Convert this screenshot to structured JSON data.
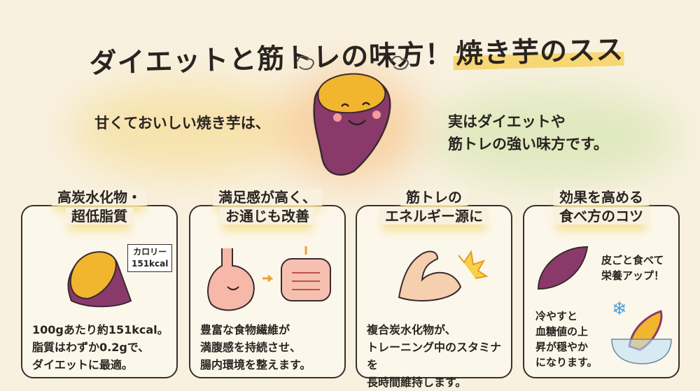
{
  "title": {
    "main": "ダイエットと筋トレの味方！",
    "highlight": "焼き芋のススメ"
  },
  "intro": {
    "left": "甘くておいしい焼き芋は、",
    "right_line1": "実はダイエットや",
    "right_line2": "筋トレの強い味方です。"
  },
  "panels": [
    {
      "heading1": "高炭水化物・",
      "heading2": "超低脂質",
      "callout1": "カロリー",
      "callout2": "151kcal",
      "body": [
        "100gあたり約151kcal。",
        "脂質はわずか0.2gで、",
        "ダイエットに最適。"
      ]
    },
    {
      "heading1": "満足感が高く、",
      "heading2": "お通じも改善",
      "body": [
        "豊富な食物繊維が",
        "満腹感を持続させ、",
        "腸内環境を整えます。"
      ]
    },
    {
      "heading1": "筋トレの",
      "heading2": "エネルギー源に",
      "body": [
        "複合炭水化物が、",
        "トレーニング中のスタミナを",
        "長時間維持します。"
      ]
    },
    {
      "heading1": "効果を高める",
      "heading2": "食べ方のコツ",
      "tip1": [
        "皮ごと食べて",
        "栄養アップ！"
      ],
      "tip2": [
        "冷やすと",
        "血糖値の上",
        "昇が穏やか",
        "になります。"
      ]
    }
  ],
  "colors": {
    "background": "#f8f1e0",
    "potato_skin": "#8a3a6a",
    "potato_flesh": "#f2b52e",
    "highlight": "#f7d774"
  }
}
